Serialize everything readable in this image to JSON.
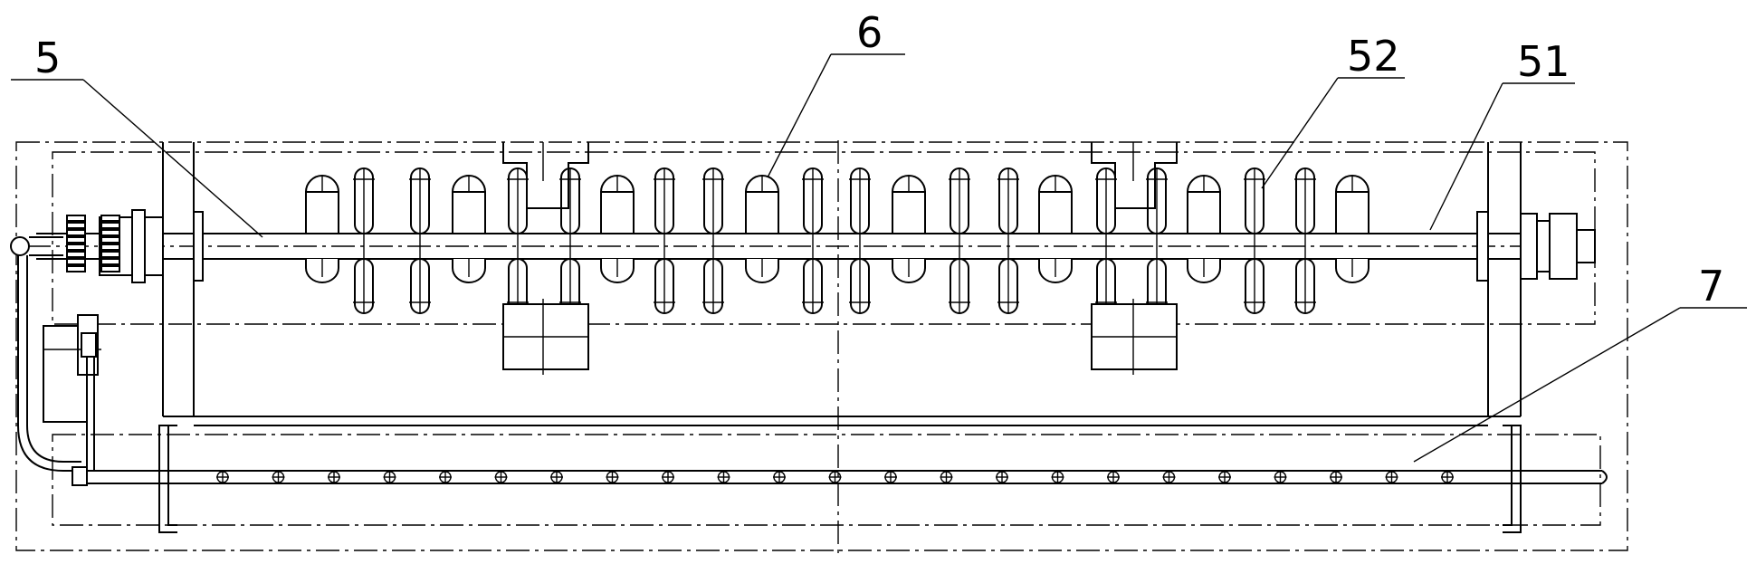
{
  "callouts": {
    "c5": "5",
    "c6": "6",
    "c52": "52",
    "c51": "51",
    "c7": "7"
  }
}
